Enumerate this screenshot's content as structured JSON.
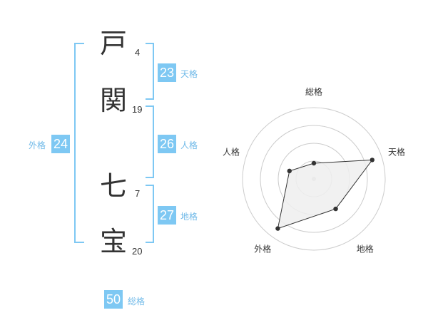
{
  "name": {
    "chars": [
      {
        "char": "戸",
        "strokes": "4"
      },
      {
        "char": "関",
        "strokes": "19"
      },
      {
        "char": "七",
        "strokes": "7"
      },
      {
        "char": "宝",
        "strokes": "20"
      }
    ]
  },
  "kaku": {
    "tenkaku": {
      "value": "23",
      "label": "天格"
    },
    "jinkaku": {
      "value": "26",
      "label": "人格"
    },
    "chikaku": {
      "value": "27",
      "label": "地格"
    },
    "gaikaku": {
      "value": "24",
      "label": "外格"
    },
    "soukaku": {
      "value": "50",
      "label": "総格"
    }
  },
  "chart_data": {
    "type": "radar",
    "axes": [
      "総格",
      "天格",
      "地格",
      "外格",
      "人格"
    ],
    "values": [
      0.22,
      0.86,
      0.52,
      0.86,
      0.36
    ],
    "max": 1,
    "rings": 4,
    "fill": "#eeeeee",
    "line_color": "#333333",
    "ring_color": "#cccccc"
  }
}
